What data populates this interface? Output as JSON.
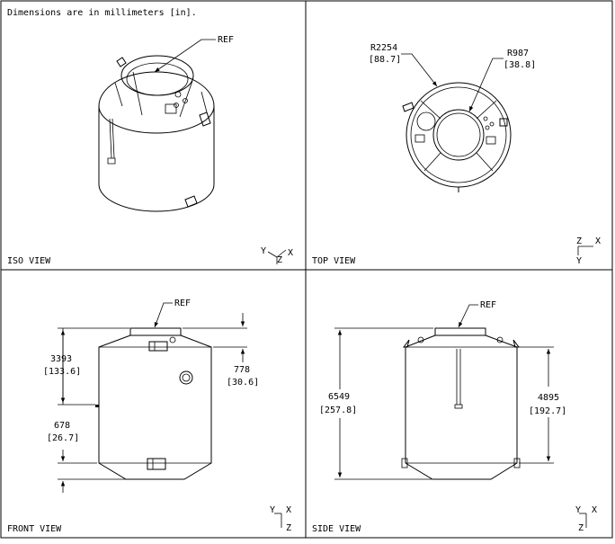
{
  "header": {
    "note": "Dimensions are in millimeters [in]."
  },
  "views": {
    "iso": {
      "title": "ISO VIEW",
      "ref": "REF",
      "triad": {
        "a": "Y",
        "b": "Z",
        "c": "X"
      }
    },
    "top": {
      "title": "TOP VIEW",
      "dim_outer": {
        "value": "R2254",
        "inch": "[88.7]"
      },
      "dim_inner": {
        "value": "R987",
        "inch": "[38.8]"
      },
      "triad": {
        "a": "Z",
        "b": "X",
        "c": "Y"
      }
    },
    "front": {
      "title": "FRONT VIEW",
      "ref": "REF",
      "dim_upper": {
        "value": "3393",
        "inch": "[133.6]"
      },
      "dim_lower": {
        "value": "678",
        "inch": "[26.7]"
      },
      "dim_right": {
        "value": "778",
        "inch": "[30.6]"
      },
      "triad": {
        "a": "Y",
        "b": "X",
        "c": "Z"
      }
    },
    "side": {
      "title": "SIDE VIEW",
      "ref": "REF",
      "dim_height": {
        "value": "6549",
        "inch": "[257.8]"
      },
      "dim_right": {
        "value": "4895",
        "inch": "[192.7]"
      },
      "triad": {
        "a": "Y",
        "b": "X",
        "c": "Z"
      }
    }
  }
}
